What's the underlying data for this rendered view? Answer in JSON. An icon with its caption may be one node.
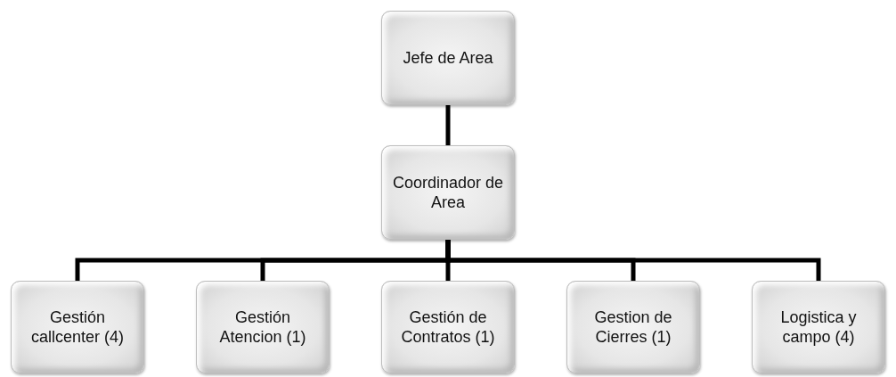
{
  "diagram": {
    "nodes": [
      {
        "text": [
          "Jefe de Area"
        ]
      },
      {
        "text": [
          "Coordinador de Area"
        ]
      },
      {
        "text": [
          "Gestión callcenter (4)"
        ]
      },
      {
        "text": [
          "Gestión Atencion (1)"
        ]
      },
      {
        "text": [
          "Gestión de Contratos (1)"
        ]
      },
      {
        "text": [
          "Gestion de Cierres (1)"
        ]
      },
      {
        "text": [
          "Logistica y campo (4)"
        ]
      }
    ],
    "edges": [
      {
        "from": 0,
        "to": 1,
        "arrow": "none"
      },
      {
        "from": 1,
        "to": 2,
        "arrow": "none"
      },
      {
        "from": 1,
        "to": 3,
        "arrow": "none"
      },
      {
        "from": 1,
        "to": 4,
        "arrow": "none"
      },
      {
        "from": 1,
        "to": 5,
        "arrow": "none"
      },
      {
        "from": 1,
        "to": 6,
        "arrow": "none"
      }
    ]
  }
}
